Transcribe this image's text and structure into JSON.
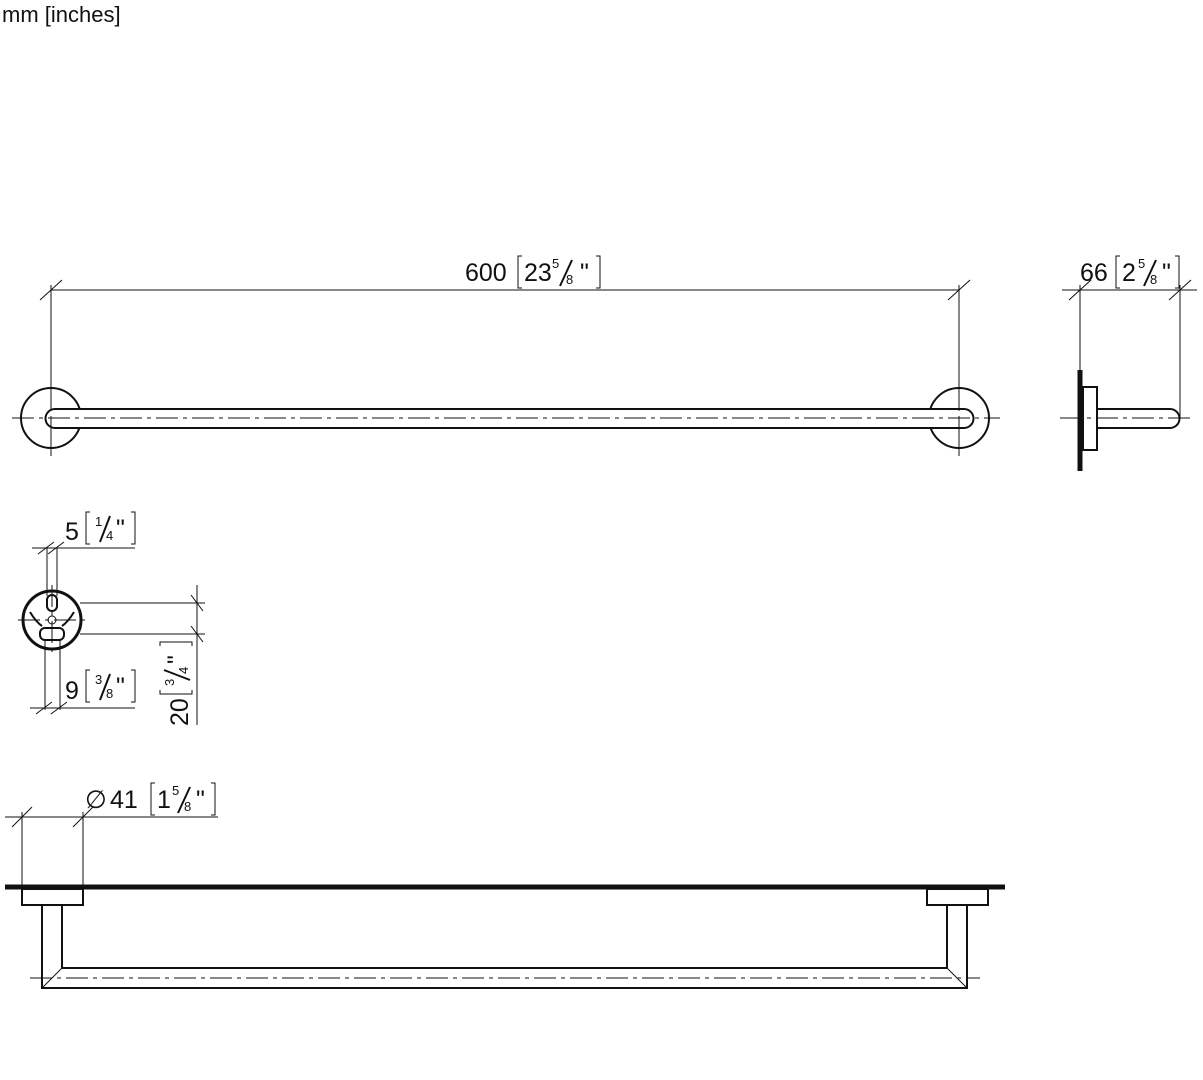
{
  "units_label": "mm [inches]",
  "dimensions": {
    "length": {
      "mm": "600",
      "in_whole": "23",
      "in_num": "5",
      "in_den": "8"
    },
    "projection": {
      "mm": "66",
      "in_whole": "2",
      "in_num": "5",
      "in_den": "8"
    },
    "offset_top": {
      "mm": "5",
      "in_whole": "",
      "in_num": "1",
      "in_den": "4"
    },
    "offset_bottom": {
      "mm": "9",
      "in_whole": "",
      "in_num": "3",
      "in_den": "8"
    },
    "hole_spacing": {
      "mm": "20",
      "in_whole": "",
      "in_num": "3",
      "in_den": "4"
    },
    "diameter": {
      "symbol": "∅",
      "mm": "41",
      "in_whole": "1",
      "in_num": "5",
      "in_den": "8"
    }
  }
}
